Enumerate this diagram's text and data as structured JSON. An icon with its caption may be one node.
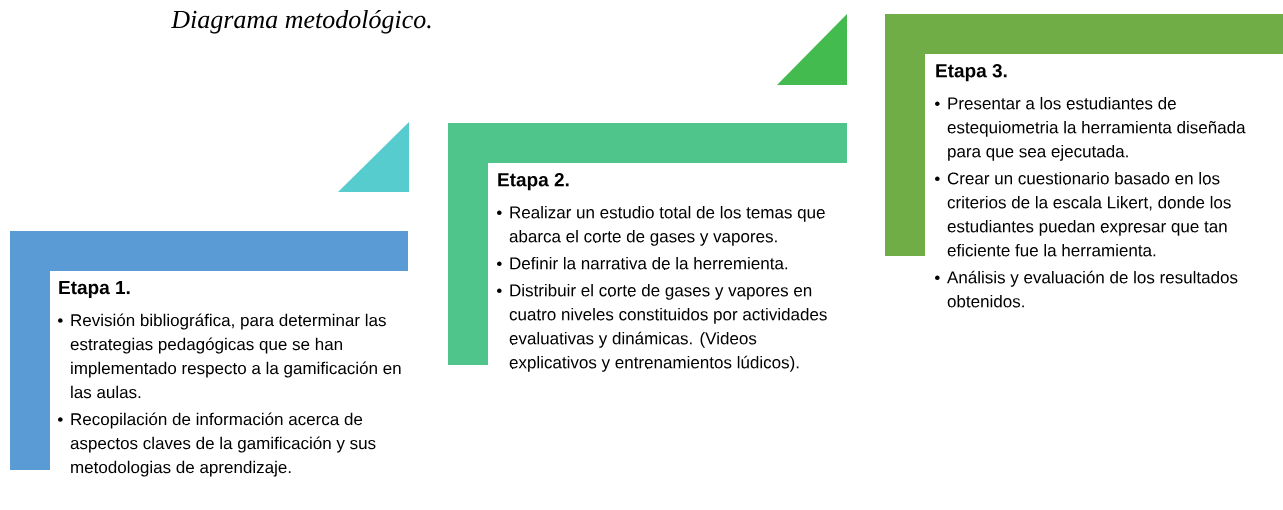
{
  "diagram": {
    "title": "Diagrama metodológico.",
    "nodes": [
      {
        "text": [
          "Etapa 1.",
          "Revisión bibliográfica, para determinar las estrategias pedagógicas que se han implementado respecto a la gamificación en las aulas.",
          "Recopilación de información acerca de aspectos claves de la gamificación y sus metodologias de aprendizaje."
        ]
      },
      {
        "text": [
          "Etapa 2.",
          "Realizar un estudio total  de  los temas que abarca el corte de gases y vapores.",
          "Definir la narrativa de la herremienta.",
          "Distribuir el corte de gases y vapores en   cuatro niveles constituidos por actividades evaluativas y dinámicas. (Videos explicativos y entrenamientos lúdicos)."
        ]
      },
      {
        "text": [
          "Etapa 3.",
          "Presentar a los estudiantes de estequiometria la herramienta diseñada para que sea ejecutada.",
          "Crear un cuestionario basado en los criterios de la escala Likert, donde los estudiantes puedan expresar que tan eficiente fue la herramienta.",
          "Análisis y evaluación de los resultados obtenidos."
        ]
      }
    ]
  }
}
